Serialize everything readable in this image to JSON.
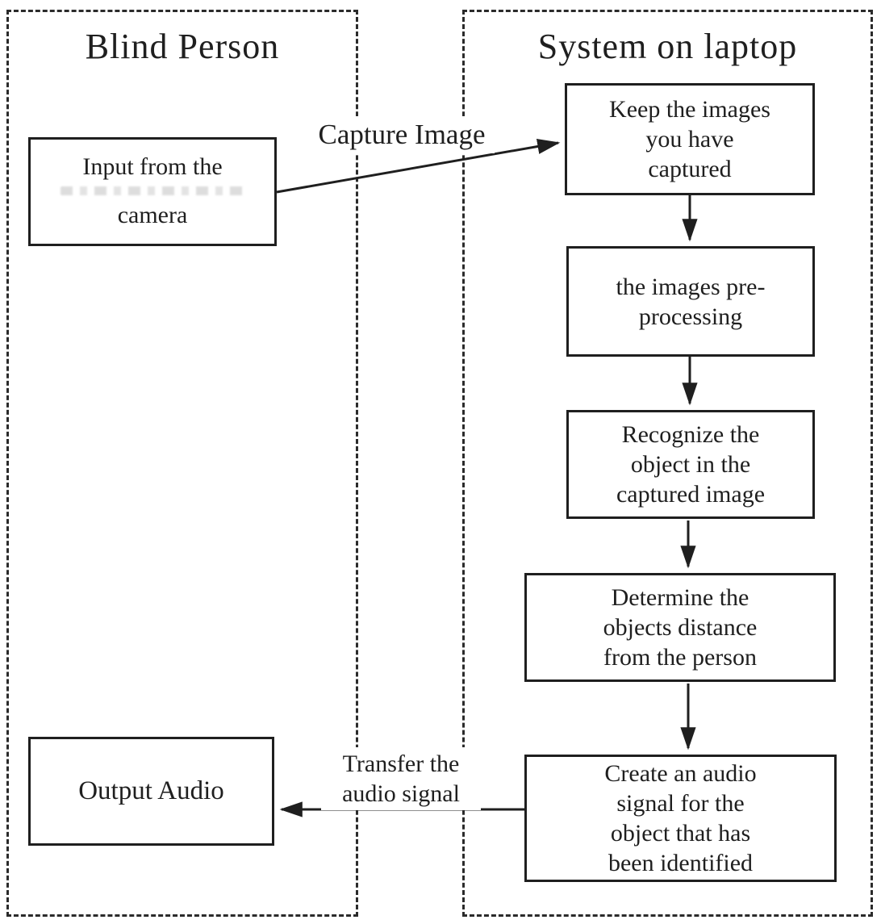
{
  "diagram": {
    "type": "flowchart",
    "lanes": [
      {
        "id": "blind-person",
        "title": "Blind Person"
      },
      {
        "id": "system-on-laptop",
        "title": "System on laptop"
      }
    ],
    "nodes": {
      "input_camera": {
        "lane": "blind-person",
        "lines": [
          "Input from the",
          "camera"
        ]
      },
      "keep_images": {
        "lane": "system-on-laptop",
        "lines": [
          "Keep the images",
          "you have",
          "captured"
        ]
      },
      "preprocessing": {
        "lane": "system-on-laptop",
        "lines": [
          "the images pre-",
          "processing"
        ]
      },
      "recognize": {
        "lane": "system-on-laptop",
        "lines": [
          "Recognize the",
          "object in the",
          "captured image"
        ]
      },
      "distance": {
        "lane": "system-on-laptop",
        "lines": [
          "Determine the",
          "objects distance",
          "from the person"
        ]
      },
      "create_audio": {
        "lane": "system-on-laptop",
        "lines": [
          "Create an audio",
          "signal for the",
          "object that has",
          "been identified"
        ]
      },
      "output_audio": {
        "lane": "blind-person",
        "lines": [
          "Output Audio"
        ]
      }
    },
    "edges": {
      "capture_image": {
        "from": "input_camera",
        "to": "keep_images",
        "label": "Capture Image"
      },
      "keep_to_pre": {
        "from": "keep_images",
        "to": "preprocessing",
        "label": ""
      },
      "pre_to_recog": {
        "from": "preprocessing",
        "to": "recognize",
        "label": ""
      },
      "recog_to_dist": {
        "from": "recognize",
        "to": "distance",
        "label": ""
      },
      "dist_to_create": {
        "from": "distance",
        "to": "create_audio",
        "label": ""
      },
      "transfer_audio": {
        "from": "create_audio",
        "to": "output_audio",
        "lines": [
          "Transfer the",
          "audio signal"
        ]
      }
    },
    "colors": {
      "ink": "#1f1f1f",
      "lane_border": "#2b2b2b",
      "background": "#ffffff",
      "erased_text_ghost": "#c4c4c4"
    }
  }
}
